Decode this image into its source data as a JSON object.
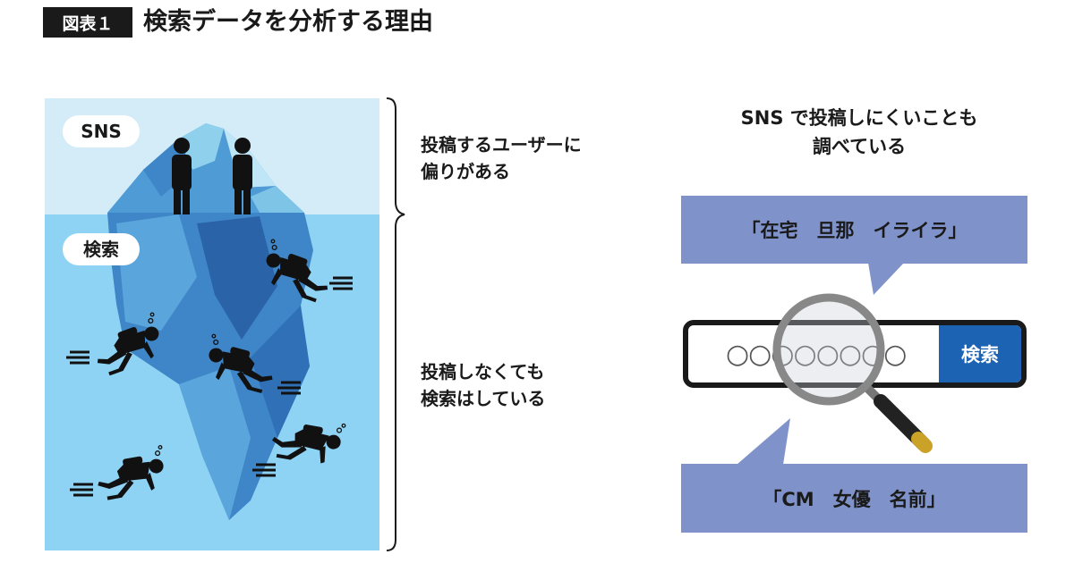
{
  "header": {
    "badge": "図表１",
    "title": "検索データを分析する理由"
  },
  "scene": {
    "label_sns": "SNS",
    "label_search": "検索"
  },
  "annotations": {
    "top_lines": [
      "投稿するユーザーに",
      "偏りがある"
    ],
    "bottom_lines": [
      "投稿しなくても",
      "検索はしている"
    ]
  },
  "right": {
    "title_lines": [
      "SNS で投稿しにくいことも",
      "調べている"
    ],
    "query_top": "「在宅　旦那　イライラ」",
    "query_bottom": "「CM　女優　名前」",
    "search_placeholder": "○○○○○○○○",
    "search_button": "検索"
  },
  "colors": {
    "sky": "#d4ecf8",
    "water": "#8fd3f4",
    "ice_light": "#7ec4e6",
    "ice_mid": "#3f86c8",
    "ice_dark": "#2a63a8",
    "bubble": "#7f93ca",
    "button": "#1d63b3"
  }
}
